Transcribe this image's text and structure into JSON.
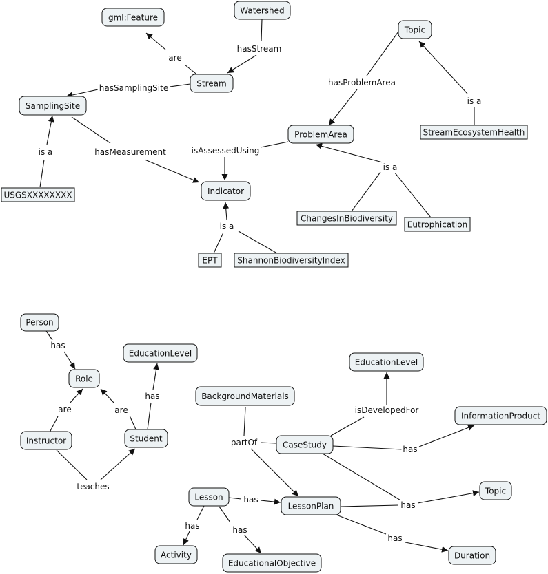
{
  "nodes": {
    "gml_feature": "gml:Feature",
    "watershed": "Watershed",
    "topic_top": "Topic",
    "stream": "Stream",
    "sampling_site": "SamplingSite",
    "problem_area": "ProblemArea",
    "stream_eco_health": "StreamEcosystemHealth",
    "usgs": "USGSXXXXXXXX",
    "indicator": "Indicator",
    "changes_biodiv": "ChangesInBiodiversity",
    "eutrophication": "Eutrophication",
    "ept": "EPT",
    "shannon": "ShannonBiodiversityIndex",
    "person": "Person",
    "education_level_left": "EducationLevel",
    "role": "Role",
    "education_level_right": "EducationLevel",
    "background_materials": "BackgroundMaterials",
    "information_product": "InformationProduct",
    "instructor": "Instructor",
    "student": "Student",
    "case_study": "CaseStudy",
    "topic_bottom": "Topic",
    "lesson": "Lesson",
    "lesson_plan": "LessonPlan",
    "activity": "Activity",
    "educational_objective": "EducationalObjective",
    "duration": "Duration"
  },
  "links": {
    "are_feature": "are",
    "has_stream": "hasStream",
    "has_sampling_site": "hasSamplingSite",
    "has_problem_area": "hasProblemArea",
    "is_a_topic": "is a",
    "is_a_sampling": "is a",
    "has_measurement": "hasMeasurement",
    "is_assessed_using": "isAssessedUsing",
    "is_a_problem": "is a",
    "is_a_indicator": "is a",
    "has_role": "has",
    "are_instructor": "are",
    "are_student": "are",
    "has_education": "has",
    "teaches": "teaches",
    "is_developed_for": "isDevelopedFor",
    "part_of": "partOf",
    "has_info_product": "has",
    "has_topic": "has",
    "lesson_has_plan": "has",
    "lesson_has_activity": "has",
    "lesson_has_objective": "has",
    "plan_has_duration": "has"
  }
}
